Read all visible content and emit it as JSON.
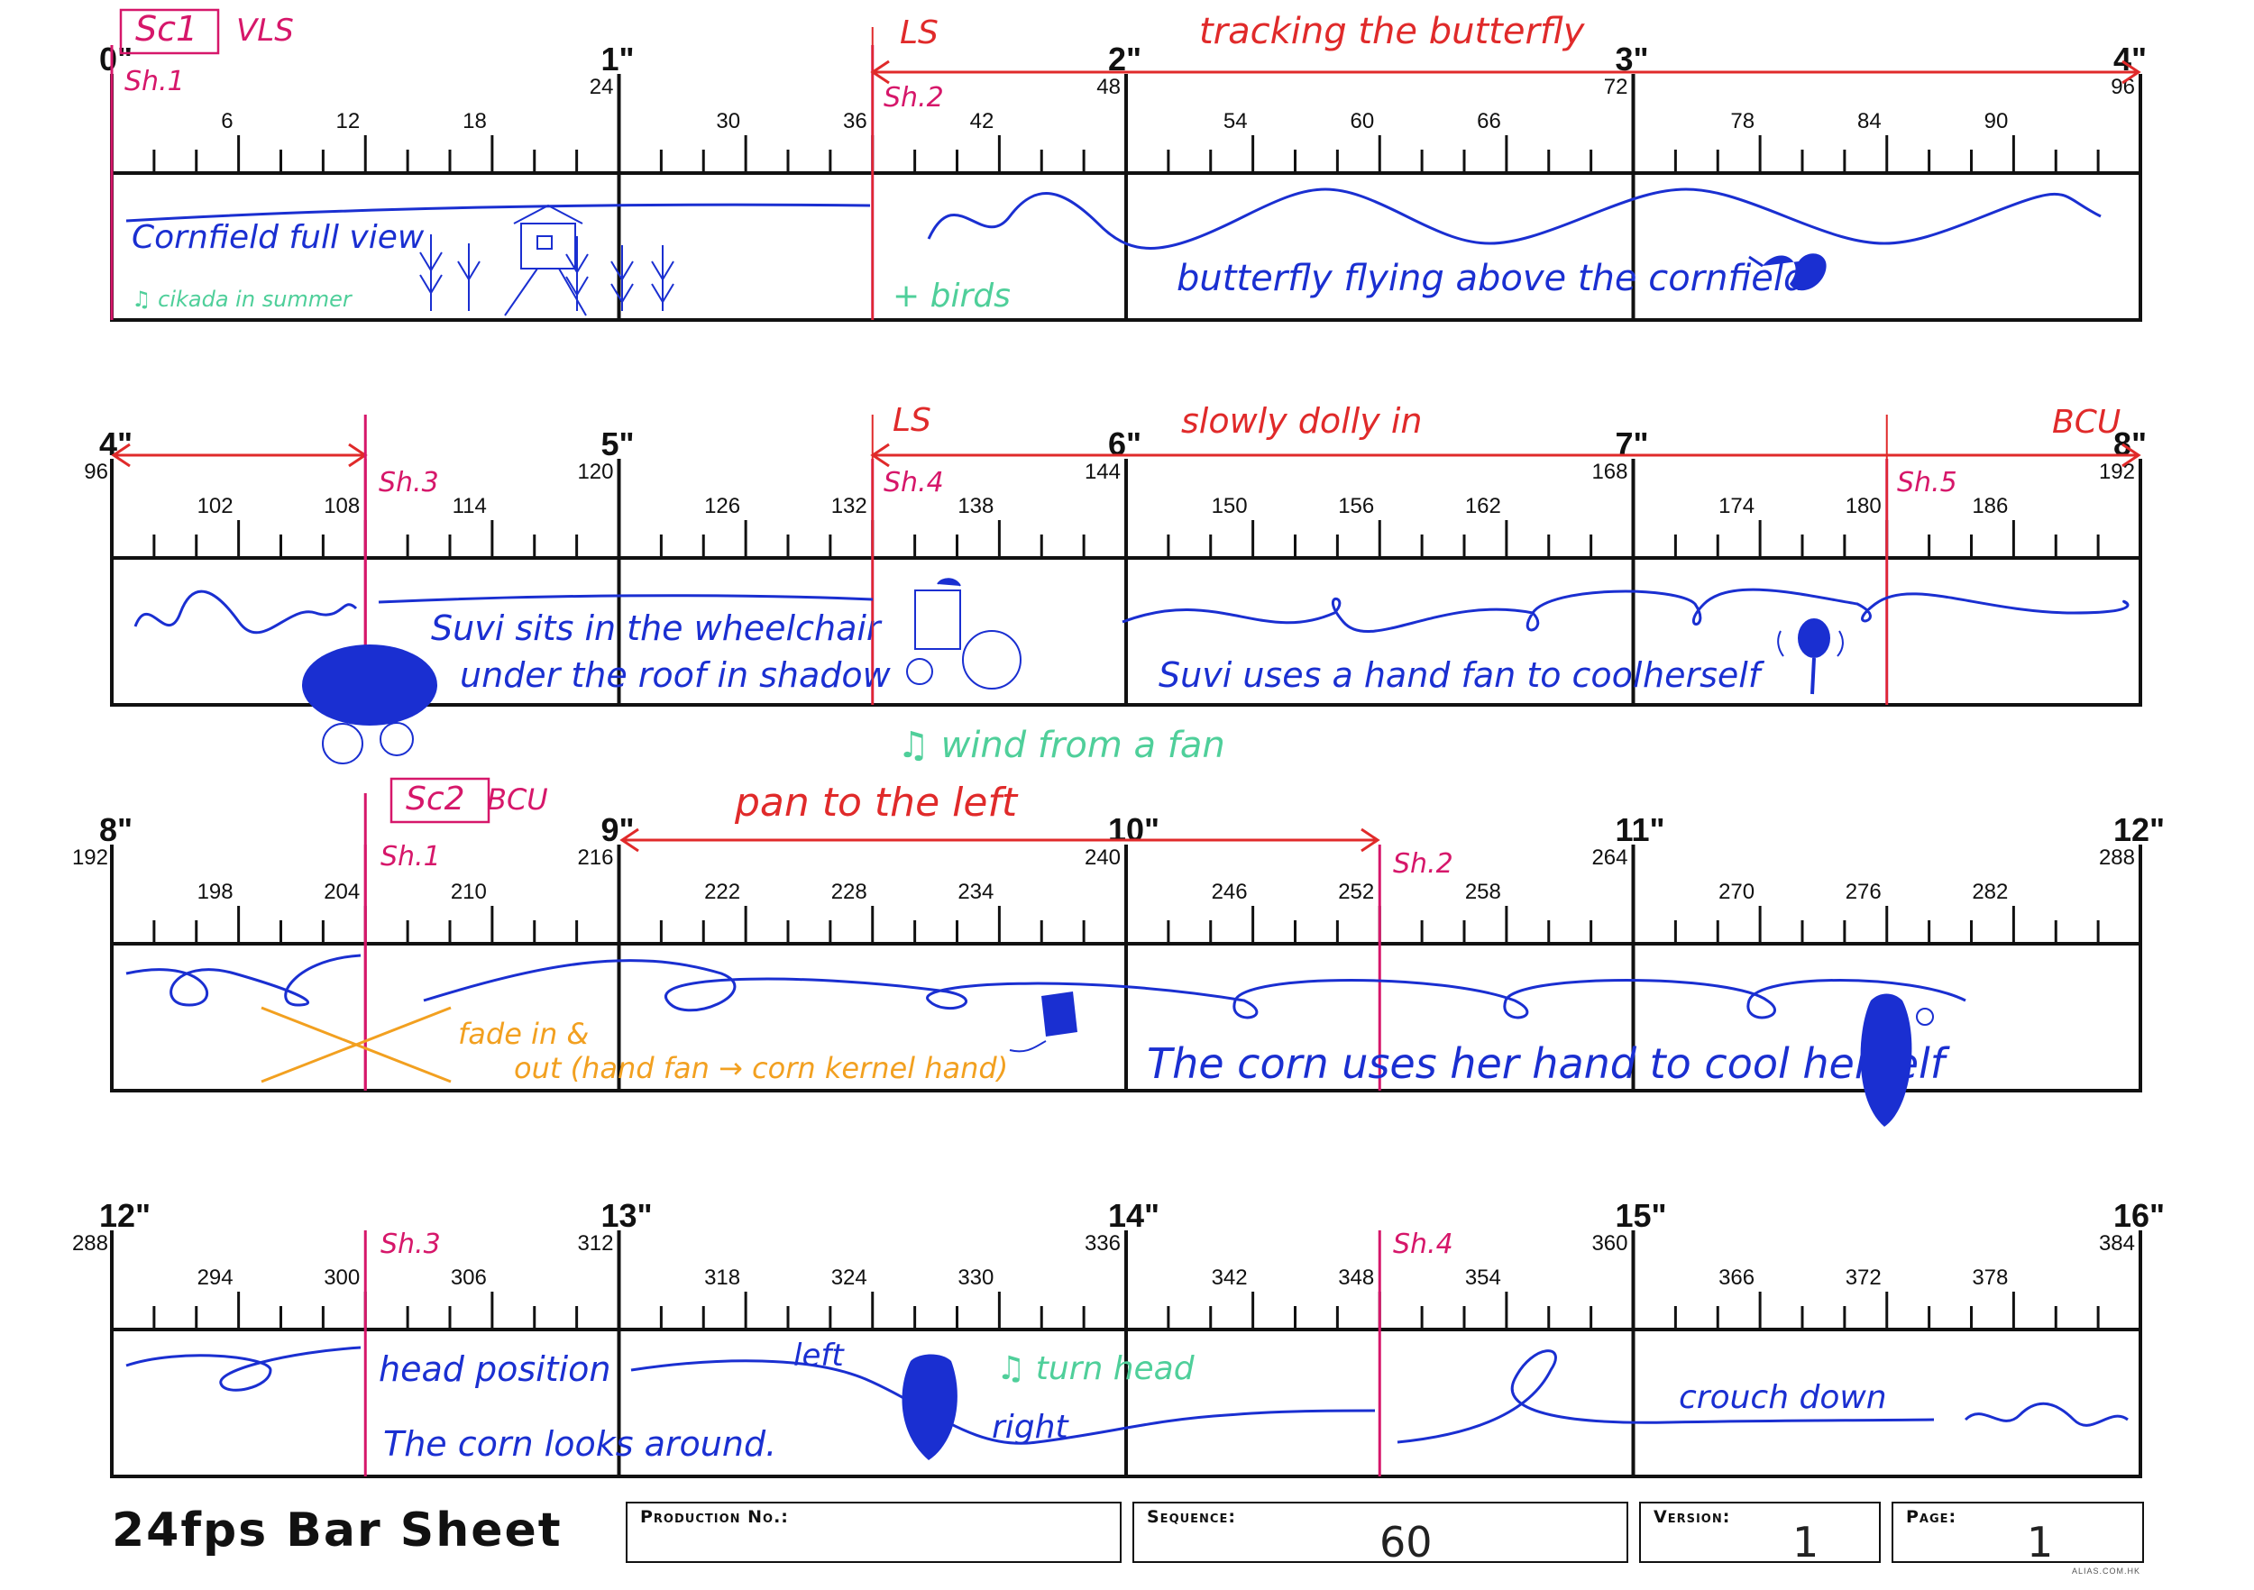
{
  "footer": {
    "title": "24fps Bar Sheet",
    "production_label": "Production No.:",
    "production_value": "",
    "sequence_label": "Sequence:",
    "sequence_value": "60",
    "version_label": "Version:",
    "version_value": "1",
    "page_label": "Page:",
    "page_value": "1",
    "credit": "ALIAS.COM.HK"
  },
  "colors": {
    "ruler": "#111111",
    "camera": "#e02a2a",
    "shot": "#d6176a",
    "action": "#1a2fd1",
    "sound": "#4fcf9a",
    "transition": "#f2a020"
  },
  "rows": [
    {
      "inch_labels": [
        "0\"",
        "1\"",
        "2\"",
        "3\"",
        "4\""
      ],
      "frame_major": [
        "24",
        "48",
        "72",
        "96"
      ],
      "frame_minor": [
        "6",
        "12",
        "18",
        "30",
        "36",
        "42",
        "54",
        "60",
        "66",
        "78",
        "84",
        "90"
      ],
      "marks": [
        {
          "text": "Sc1",
          "kind": "scene",
          "frame": 0
        },
        {
          "text": "VLS",
          "kind": "shot",
          "frame": 6
        },
        {
          "text": "Sh.1",
          "kind": "shot",
          "frame": 0
        },
        {
          "text": "LS",
          "kind": "camera",
          "frame": 37
        },
        {
          "text": "Sh.2",
          "kind": "shot",
          "frame": 36
        },
        {
          "text": "tracking the butterfly",
          "kind": "camera",
          "frame": 52
        }
      ],
      "notes": [
        {
          "text": "Cornfield full view",
          "kind": "action"
        },
        {
          "text": "♫ cikada in summer",
          "kind": "sound"
        },
        {
          "text": "+ birds",
          "kind": "sound"
        },
        {
          "text": "butterfly flying above the cornfield",
          "kind": "action"
        }
      ]
    },
    {
      "inch_labels": [
        "4\"",
        "5\"",
        "6\"",
        "7\"",
        "8\""
      ],
      "frame_major": [
        "96",
        "120",
        "144",
        "168",
        "192"
      ],
      "frame_minor": [
        "102",
        "108",
        "114",
        "126",
        "132",
        "138",
        "150",
        "156",
        "162",
        "174",
        "180",
        "186"
      ],
      "marks": [
        {
          "text": "Sh.3",
          "kind": "shot",
          "frame": 108
        },
        {
          "text": "LS",
          "kind": "camera",
          "frame": 133
        },
        {
          "text": "Sh.4",
          "kind": "shot",
          "frame": 132
        },
        {
          "text": "slowly dolly in",
          "kind": "camera",
          "frame": 147
        },
        {
          "text": "Sh.5",
          "kind": "shot",
          "frame": 180
        },
        {
          "text": "BCU",
          "kind": "camera",
          "frame": 186
        }
      ],
      "notes": [
        {
          "text": "Suvi sits in the wheelchair",
          "kind": "action"
        },
        {
          "text": "under the roof in shadow",
          "kind": "action"
        },
        {
          "text": "Suvi uses a hand fan to cool",
          "kind": "action"
        },
        {
          "text": "herself",
          "kind": "action"
        },
        {
          "text": "♫ wind from a fan",
          "kind": "sound"
        }
      ]
    },
    {
      "inch_labels": [
        "8\"",
        "9\"",
        "10\"",
        "11\"",
        "12\""
      ],
      "frame_major": [
        "192",
        "216",
        "240",
        "264",
        "288"
      ],
      "frame_minor": [
        "198",
        "204",
        "210",
        "222",
        "228",
        "234",
        "246",
        "252",
        "258",
        "270",
        "276",
        "282"
      ],
      "marks": [
        {
          "text": "Sc2",
          "kind": "scene",
          "frame": 108
        },
        {
          "text": "BCU",
          "kind": "shot",
          "frame": 120
        },
        {
          "text": "Sh.1",
          "kind": "shot",
          "frame": 204
        },
        {
          "text": "pan to the left",
          "kind": "camera",
          "frame": 222
        },
        {
          "text": "Sh.2",
          "kind": "shot",
          "frame": 252
        }
      ],
      "notes": [
        {
          "text": "fade in &",
          "kind": "transition"
        },
        {
          "text": "out (hand fan → corn kernel hand)",
          "kind": "transition"
        },
        {
          "text": "The corn uses her hand to cool herself",
          "kind": "action"
        }
      ]
    },
    {
      "inch_labels": [
        "12\"",
        "13\"",
        "14\"",
        "15\"",
        "16\""
      ],
      "frame_major": [
        "288",
        "312",
        "336",
        "360",
        "384"
      ],
      "frame_minor": [
        "294",
        "300",
        "306",
        "318",
        "324",
        "330",
        "342",
        "348",
        "354",
        "366",
        "372",
        "378"
      ],
      "marks": [
        {
          "text": "Sh.3",
          "kind": "shot",
          "frame": 300
        },
        {
          "text": "Sh.4",
          "kind": "shot",
          "frame": 348
        }
      ],
      "notes": [
        {
          "text": "head position",
          "kind": "action"
        },
        {
          "text": "The corn looks around.",
          "kind": "action"
        },
        {
          "text": "left",
          "kind": "action"
        },
        {
          "text": "right",
          "kind": "action"
        },
        {
          "text": "♫ turn head",
          "kind": "sound"
        },
        {
          "text": "crouch down",
          "kind": "action"
        }
      ]
    }
  ]
}
